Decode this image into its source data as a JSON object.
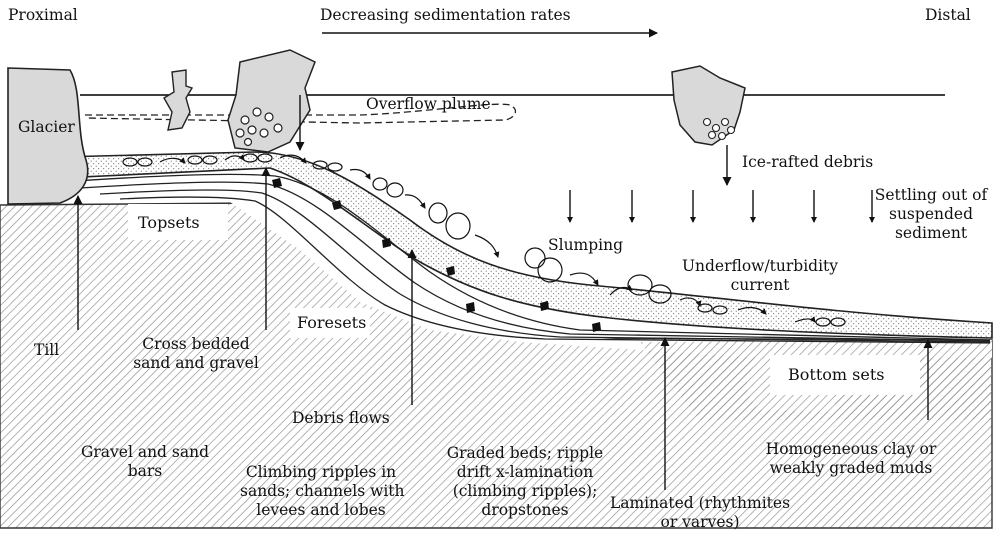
{
  "header": {
    "proximal": "Proximal",
    "distal": "Distal",
    "gradient": "Decreasing sedimentation rates"
  },
  "features": {
    "glacier": "Glacier",
    "overflow_plume": "Overflow plume",
    "ice_rafted": "Ice-rafted debris",
    "settling": [
      "Settling out of",
      "suspended",
      "sediment"
    ],
    "topsets": "Topsets",
    "slumping": "Slumping",
    "underflow": [
      "Underflow/turbidity",
      "current"
    ],
    "foresets": "Foresets",
    "bottom_sets": "Bottom sets"
  },
  "callouts": {
    "till": "Till",
    "cross_bedded": [
      "Cross bedded",
      "sand and gravel"
    ],
    "debris_flows": "Debris flows",
    "gravel_bars": [
      "Gravel and sand",
      "bars"
    ],
    "climbing_ripples": [
      "Climbing ripples in",
      "sands; channels with",
      "levees and lobes"
    ],
    "graded_beds": [
      "Graded beds; ripple",
      "drift x-lamination",
      "(climbing ripples);",
      "dropstones"
    ],
    "laminated": [
      "Laminated (rhythmites",
      "or varves)"
    ],
    "homogeneous": [
      "Homogeneous clay or",
      "weakly graded muds"
    ]
  }
}
